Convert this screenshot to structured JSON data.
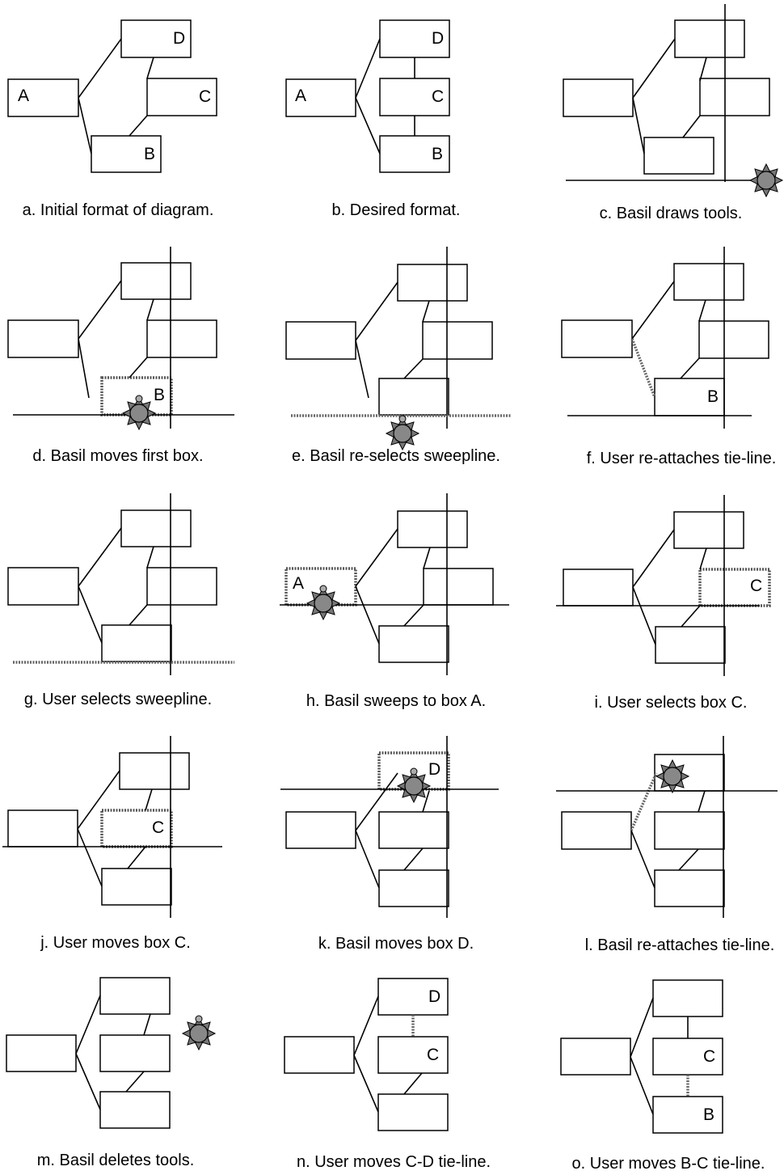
{
  "panels": [
    {
      "id": "a",
      "caption": "a.  Initial format of diagram."
    },
    {
      "id": "b",
      "caption": "b.  Desired format."
    },
    {
      "id": "c",
      "caption": "c.  Basil draws tools."
    },
    {
      "id": "d",
      "caption": "d.  Basil moves first box."
    },
    {
      "id": "e",
      "caption": "e.  Basil re-selects sweepline."
    },
    {
      "id": "f",
      "caption": "f.  User re-attaches tie-line."
    },
    {
      "id": "g",
      "caption": "g.  User selects sweepline."
    },
    {
      "id": "h",
      "caption": "h.  Basil sweeps to box A."
    },
    {
      "id": "i",
      "caption": "i.  User selects box C."
    },
    {
      "id": "j",
      "caption": "j.  User moves box C."
    },
    {
      "id": "k",
      "caption": "k.  Basil moves box D."
    },
    {
      "id": "l",
      "caption": "l.  Basil re-attaches tie-line."
    },
    {
      "id": "m",
      "caption": "m.  Basil deletes tools."
    },
    {
      "id": "n",
      "caption": "n.  User moves C-D tie-line."
    },
    {
      "id": "o",
      "caption": "o.  User moves B-C tie-line."
    }
  ],
  "labels": {
    "A": "A",
    "B": "B",
    "C": "C",
    "D": "D"
  }
}
